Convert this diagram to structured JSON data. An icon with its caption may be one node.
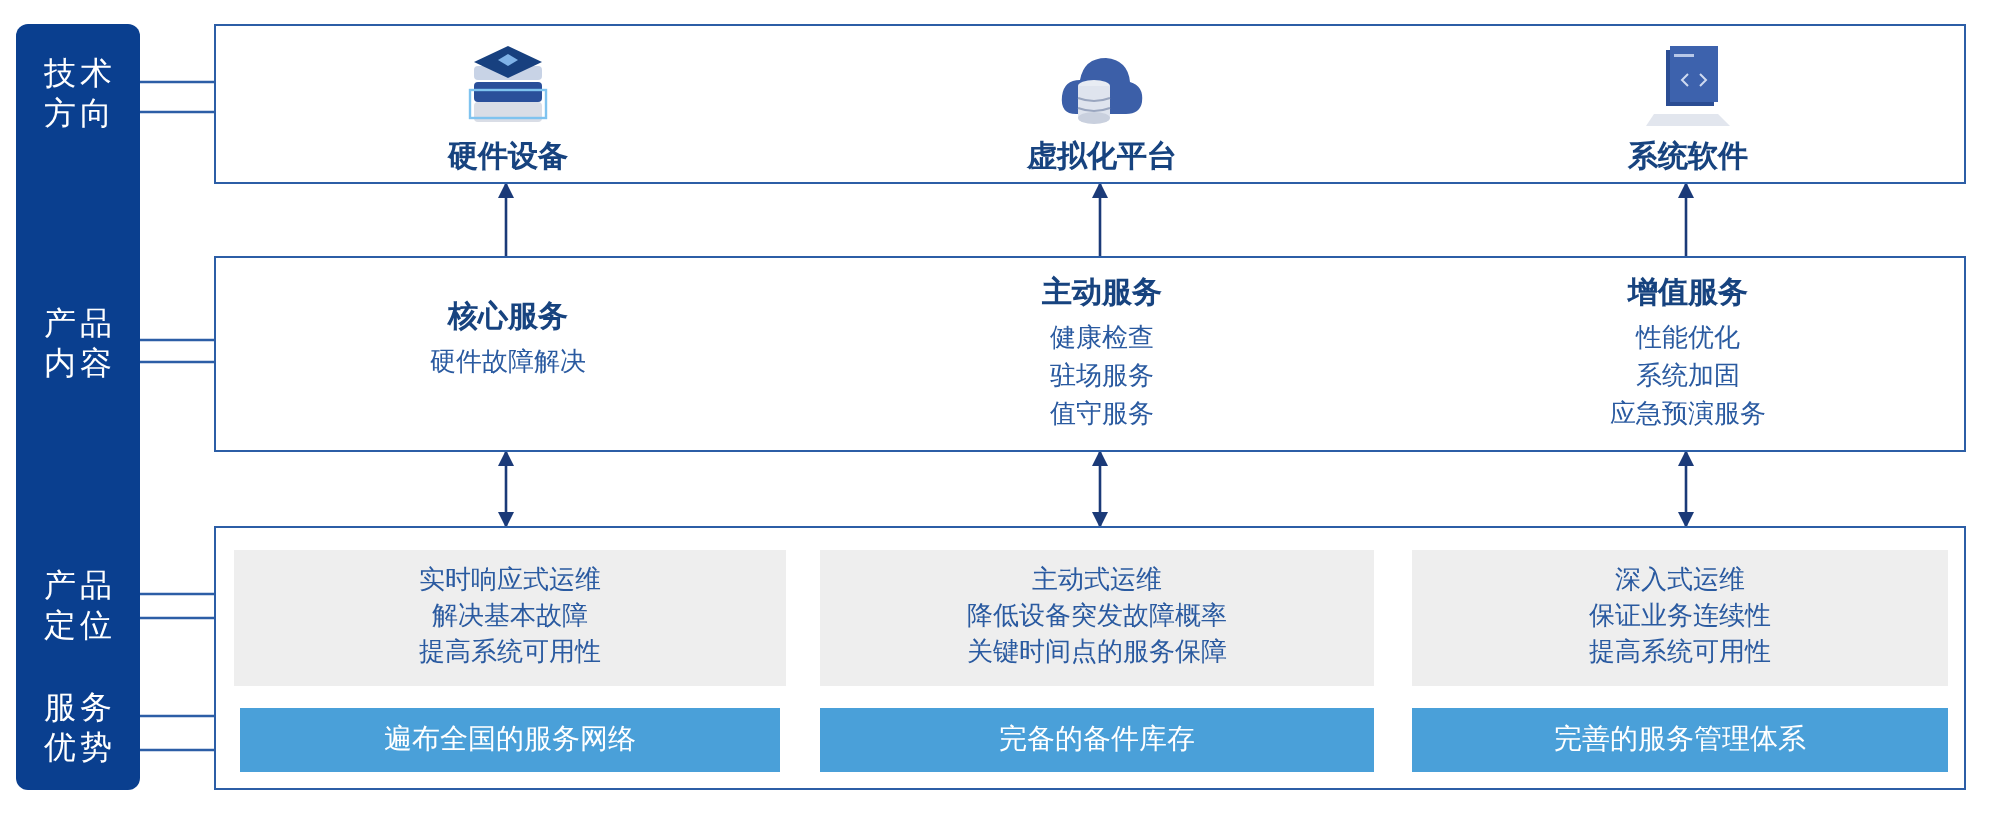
{
  "diagram": {
    "nodes": [
      {
        "text": [],
        "shape": "bar"
      },
      {
        "text": [
          "技术方向"
        ],
        "in": 0
      },
      {
        "text": [
          "产品内容"
        ],
        "in": 0
      },
      {
        "text": [
          "产品定位"
        ],
        "in": 0
      },
      {
        "text": [
          "服务优势"
        ],
        "in": 0
      },
      {
        "text": [],
        "shape": "box"
      },
      {
        "text": [
          "硬件设备"
        ],
        "in": 5
      },
      {
        "text": [
          "虚拟化平台"
        ],
        "in": 5
      },
      {
        "text": [
          "系统软件"
        ],
        "in": 5
      },
      {
        "text": [],
        "shape": "box"
      },
      {
        "text": [
          "核心服务",
          "硬件故障解决"
        ],
        "in": 9
      },
      {
        "text": [
          "主动服务",
          "健康检查",
          "驻场服务",
          "值守服务"
        ],
        "in": 9
      },
      {
        "text": [
          "增值服务",
          "性能优化",
          "系统加固",
          "应急预演服务"
        ],
        "in": 9
      },
      {
        "text": [],
        "shape": "box"
      },
      {
        "text": [
          "实时响应式运维",
          "解决基本故障",
          "提高系统可用性"
        ],
        "in": 13
      },
      {
        "text": [
          "主动式运维",
          "降低设备突发故障概率",
          "关键时间点的服务保障"
        ],
        "in": 13
      },
      {
        "text": [
          "深入式运维",
          "保证业务连续性",
          "提高系统可用性"
        ],
        "in": 13
      },
      {
        "text": [
          "遍布全国的服务网络"
        ],
        "in": 13
      },
      {
        "text": [
          "完备的备件库存"
        ],
        "in": 13
      },
      {
        "text": [
          "完善的服务管理体系"
        ],
        "in": 13
      }
    ],
    "edges": [
      {
        "from": 1,
        "to": 5,
        "arrow": "none"
      },
      {
        "from": 1,
        "to": 5,
        "arrow": "none"
      },
      {
        "from": 2,
        "to": 9,
        "arrow": "none"
      },
      {
        "from": 2,
        "to": 9,
        "arrow": "none"
      },
      {
        "from": 3,
        "to": 13,
        "arrow": "none"
      },
      {
        "from": 3,
        "to": 13,
        "arrow": "none"
      },
      {
        "from": 4,
        "to": 13,
        "arrow": "none"
      },
      {
        "from": 4,
        "to": 13,
        "arrow": "none"
      },
      {
        "from": 9,
        "to": 5,
        "arrow": "to"
      },
      {
        "from": 9,
        "to": 5,
        "arrow": "to"
      },
      {
        "from": 9,
        "to": 5,
        "arrow": "to"
      },
      {
        "from": 9,
        "to": 13,
        "arrow": "both"
      },
      {
        "from": 9,
        "to": 13,
        "arrow": "both"
      },
      {
        "from": 9,
        "to": 13,
        "arrow": "both"
      }
    ]
  }
}
